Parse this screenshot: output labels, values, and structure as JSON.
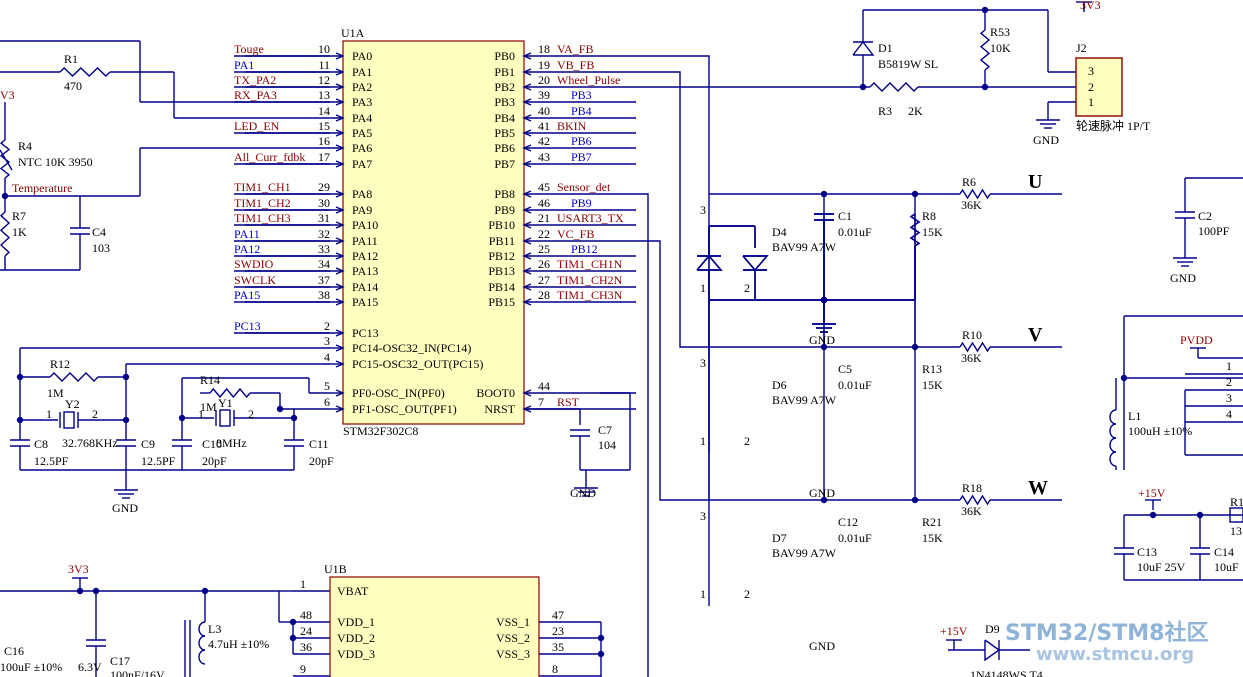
{
  "chip_u1a": {
    "ref": "U1A",
    "part": "STM32F302C8",
    "left_pins": [
      {
        "num": "10",
        "name": "PA0",
        "net": "Touge",
        "net_color": "red"
      },
      {
        "num": "11",
        "name": "PA1",
        "net": "PA1",
        "net_color": "blue"
      },
      {
        "num": "12",
        "name": "PA2",
        "net": "TX_PA2",
        "net_color": "red"
      },
      {
        "num": "13",
        "name": "PA3",
        "net": "RX_PA3",
        "net_color": "red"
      },
      {
        "num": "14",
        "name": "PA4",
        "net": "",
        "net_color": "red"
      },
      {
        "num": "15",
        "name": "PA5",
        "net": "LED_EN",
        "net_color": "red"
      },
      {
        "num": "16",
        "name": "PA6",
        "net": "",
        "net_color": "red"
      },
      {
        "num": "17",
        "name": "PA7",
        "net": "All_Curr_fdbk",
        "net_color": "red"
      },
      {
        "num": "29",
        "name": "PA8",
        "net": "TIM1_CH1",
        "net_color": "red"
      },
      {
        "num": "30",
        "name": "PA9",
        "net": "TIM1_CH2",
        "net_color": "red"
      },
      {
        "num": "31",
        "name": "PA10",
        "net": "TIM1_CH3",
        "net_color": "red"
      },
      {
        "num": "32",
        "name": "PA11",
        "net": "PA11",
        "net_color": "blue"
      },
      {
        "num": "33",
        "name": "PA12",
        "net": "PA12",
        "net_color": "blue"
      },
      {
        "num": "34",
        "name": "PA13",
        "net": "SWDIO",
        "net_color": "red"
      },
      {
        "num": "37",
        "name": "PA14",
        "net": "SWCLK",
        "net_color": "red"
      },
      {
        "num": "38",
        "name": "PA15",
        "net": "PA15",
        "net_color": "blue"
      },
      {
        "num": "2",
        "name": "PC13",
        "net": "PC13",
        "net_color": "blue"
      },
      {
        "num": "3",
        "name": "PC14-OSC32_IN(PC14)",
        "net": "",
        "net_color": "red"
      },
      {
        "num": "4",
        "name": "PC15-OSC32_OUT(PC15)",
        "net": "",
        "net_color": "red"
      },
      {
        "num": "5",
        "name": "PF0-OSC_IN(PF0)",
        "net": "",
        "net_color": "red"
      },
      {
        "num": "6",
        "name": "PF1-OSC_OUT(PF1)",
        "net": "",
        "net_color": "red"
      }
    ],
    "right_pins": [
      {
        "num": "18",
        "name": "PB0",
        "net": "VA_FB",
        "net_color": "red"
      },
      {
        "num": "19",
        "name": "PB1",
        "net": "VB_FB",
        "net_color": "red"
      },
      {
        "num": "20",
        "name": "PB2",
        "net": "Wheel_Pulse",
        "net_color": "red"
      },
      {
        "num": "39",
        "name": "PB3",
        "net": "PB3",
        "net_color": "blue"
      },
      {
        "num": "40",
        "name": "PB4",
        "net": "PB4",
        "net_color": "blue"
      },
      {
        "num": "41",
        "name": "PB5",
        "net": "BKIN",
        "net_color": "red"
      },
      {
        "num": "42",
        "name": "PB6",
        "net": "PB6",
        "net_color": "blue"
      },
      {
        "num": "43",
        "name": "PB7",
        "net": "PB7",
        "net_color": "blue"
      },
      {
        "num": "45",
        "name": "PB8",
        "net": "Sensor_det",
        "net_color": "red"
      },
      {
        "num": "46",
        "name": "PB9",
        "net": "PB9",
        "net_color": "blue"
      },
      {
        "num": "21",
        "name": "PB10",
        "net": "USART3_TX",
        "net_color": "red"
      },
      {
        "num": "22",
        "name": "PB11",
        "net": "VC_FB",
        "net_color": "red"
      },
      {
        "num": "25",
        "name": "PB12",
        "net": "PB12",
        "net_color": "blue"
      },
      {
        "num": "26",
        "name": "PB13",
        "net": "TIM1_CH1N",
        "net_color": "red"
      },
      {
        "num": "27",
        "name": "PB14",
        "net": "TIM1_CH2N",
        "net_color": "red"
      },
      {
        "num": "28",
        "name": "PB15",
        "net": "TIM1_CH3N",
        "net_color": "red"
      },
      {
        "num": "44",
        "name": "BOOT0",
        "net": "",
        "net_color": "red"
      },
      {
        "num": "7",
        "name": "NRST",
        "net": "RST",
        "net_color": "red"
      }
    ]
  },
  "chip_u1b": {
    "ref": "U1B",
    "left_pins": [
      {
        "num": "1",
        "name": "VBAT"
      },
      {
        "num": "48",
        "name": "VDD_1"
      },
      {
        "num": "24",
        "name": "VDD_2"
      },
      {
        "num": "36",
        "name": "VDD_3"
      },
      {
        "num": "9",
        "name": ""
      }
    ],
    "right_pins": [
      {
        "num": "47",
        "name": "VSS_1"
      },
      {
        "num": "23",
        "name": "VSS_2"
      },
      {
        "num": "35",
        "name": "VSS_3"
      },
      {
        "num": "8",
        "name": ""
      }
    ]
  },
  "components": {
    "r1": {
      "ref": "R1",
      "value": "470"
    },
    "r4": {
      "ref": "R4",
      "value": "NTC 10K 3950"
    },
    "r7": {
      "ref": "R7",
      "value": "1K"
    },
    "c4": {
      "ref": "C4",
      "value": "103"
    },
    "temp_net": "Temperature",
    "pwr_3v3_left": "V3",
    "r12": {
      "ref": "R12",
      "value": "1M"
    },
    "y2": {
      "ref": "Y2",
      "value": "32.768KHz"
    },
    "c8": {
      "ref": "C8",
      "value": "12.5PF"
    },
    "c9": {
      "ref": "C9",
      "value": "12.5PF"
    },
    "r14": {
      "ref": "R14",
      "value": "1M"
    },
    "y1": {
      "ref": "Y1",
      "value": "8MHz"
    },
    "c10": {
      "ref": "C10",
      "value": "20pF"
    },
    "c11": {
      "ref": "C11",
      "value": "20pF"
    },
    "c7": {
      "ref": "C7",
      "value": "104"
    },
    "d1": {
      "ref": "D1",
      "value": "B5819W SL"
    },
    "r53": {
      "ref": "R53",
      "value": "10K"
    },
    "r3": {
      "ref": "R3",
      "value": "2K"
    },
    "j2": {
      "ref": "J2",
      "label": "轮速脉冲 1P/T",
      "pins": [
        "3",
        "2",
        "1"
      ]
    },
    "pwr_3v3_top": "3V3",
    "r6": {
      "ref": "R6",
      "value": "36K"
    },
    "r10": {
      "ref": "R10",
      "value": "36K"
    },
    "r18": {
      "ref": "R18",
      "value": "36K"
    },
    "c1": {
      "ref": "C1",
      "value": "0.01uF"
    },
    "c5": {
      "ref": "C5",
      "value": "0.01uF"
    },
    "c12": {
      "ref": "C12",
      "value": "0.01uF"
    },
    "r8": {
      "ref": "R8",
      "value": "15K"
    },
    "r13": {
      "ref": "R13",
      "value": "15K"
    },
    "r21": {
      "ref": "R21",
      "value": "15K"
    },
    "d4": {
      "ref": "D4",
      "value": "BAV99 A7W"
    },
    "d6": {
      "ref": "D6",
      "value": "BAV99 A7W"
    },
    "d7": {
      "ref": "D7",
      "value": "BAV99 A7W"
    },
    "phase_u": "U",
    "phase_v": "V",
    "phase_w": "W",
    "c2": {
      "ref": "C2",
      "value": "100PF"
    },
    "pvdd": "PVDD",
    "l1": {
      "ref": "L1",
      "value": "100uH ±10%"
    },
    "p15v_a": "+15V",
    "c13": {
      "ref": "C13",
      "value": "10uF 25V"
    },
    "c14": {
      "ref": "C14",
      "value": "10uF"
    },
    "r_cut": {
      "ref": "R1",
      "value": "13"
    },
    "d9": {
      "ref": "D9",
      "value": "1N4148WS T4"
    },
    "p15v_b": "+15V",
    "pwr_3v3_bottom": "3V3",
    "l3": {
      "ref": "L3",
      "value": "4.7uH ±10%"
    },
    "c16": {
      "ref": "C16",
      "value": "100uF ±10%"
    },
    "c17": {
      "ref": "C17",
      "value": "100nF/16V"
    },
    "c17_volt": "6.3V",
    "right_conn_pins": [
      "1",
      "2",
      "3",
      "4"
    ],
    "gnd": "GND",
    "pin3": "3",
    "pin2": "2",
    "y_pin1": "1",
    "y_pin2": "2"
  },
  "watermark": {
    "main": "STM32/STM8社区",
    "sub": "www.stmcu.org"
  }
}
